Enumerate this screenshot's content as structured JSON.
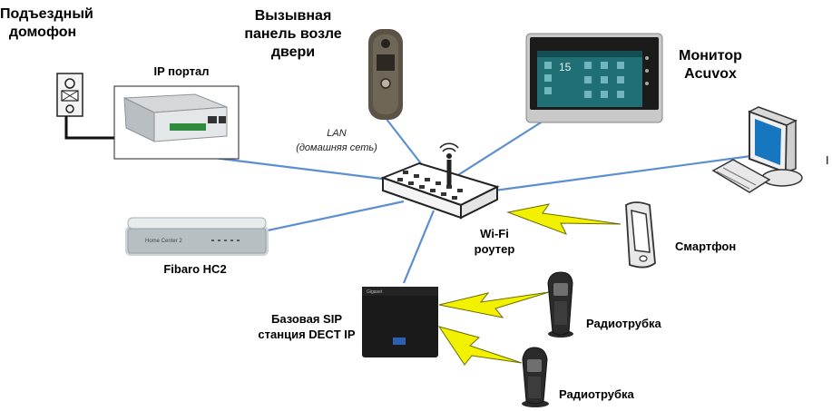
{
  "labels": {
    "entrance_intercom": "Подъездный\nдомофон",
    "ip_portal": "IP портал",
    "door_panel": "Вызывная\nпанель возле\nдвери",
    "lan": "LAN\n(домашняя сеть)",
    "monitor": "Монитор\nAcuvox",
    "fibaro": "Fibaro HC2",
    "router": "Wi-Fi\nроутер",
    "smartphone": "Смартфон",
    "sip_base": "Базовая SIP\nстанция DECT IP",
    "handset_1": "Радиотрубка",
    "handset_2": "Радиотрубка",
    "pc_label_fragment": "I"
  },
  "device_text": {
    "monitor_clock": "15",
    "fibaro_brand": "Home Center 2",
    "base_brand": "Gigaset"
  },
  "colors": {
    "lan_line": "#5b8fd0",
    "wireless_bolt": "#f2f200",
    "wireless_bolt_outline": "#6b6b00",
    "cable": "#111111"
  }
}
